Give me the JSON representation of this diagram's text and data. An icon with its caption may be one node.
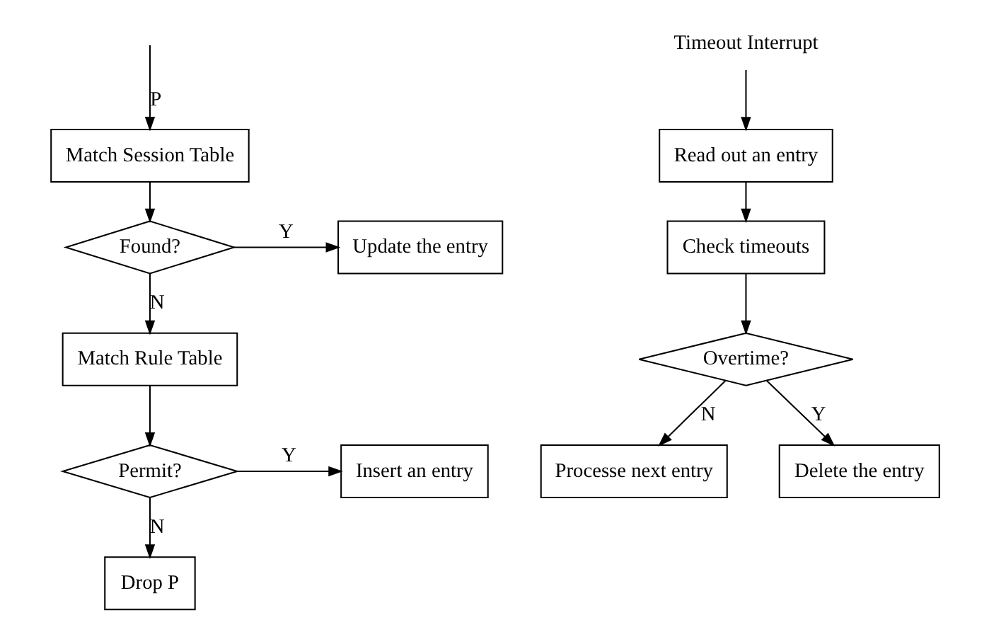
{
  "diagram": {
    "nodes": [
      {
        "text": [
          "Match Session Table"
        ]
      },
      {
        "text": [
          "Found?"
        ]
      },
      {
        "text": [
          "Update the entry"
        ]
      },
      {
        "text": [
          "Match Rule Table"
        ]
      },
      {
        "text": [
          "Permit?"
        ]
      },
      {
        "text": [
          "Insert an entry"
        ]
      },
      {
        "text": [
          "Drop P"
        ]
      },
      {
        "text": [
          "Timeout Interrupt"
        ]
      },
      {
        "text": [
          "Read out an entry"
        ]
      },
      {
        "text": [
          "Check timeouts"
        ]
      },
      {
        "text": [
          "Overtime?"
        ]
      },
      {
        "text": [
          "Processe next entry"
        ]
      },
      {
        "text": [
          "Delete the entry"
        ]
      }
    ],
    "edges": [
      {
        "from": null,
        "to": 0,
        "arrow": "to",
        "label": "P"
      },
      {
        "from": 0,
        "to": 1,
        "arrow": "to"
      },
      {
        "from": 1,
        "to": 2,
        "arrow": "to",
        "label": "Y"
      },
      {
        "from": 1,
        "to": 3,
        "arrow": "to",
        "label": "N"
      },
      {
        "from": 3,
        "to": 4,
        "arrow": "to"
      },
      {
        "from": 4,
        "to": 5,
        "arrow": "to",
        "label": "Y"
      },
      {
        "from": 4,
        "to": 6,
        "arrow": "to",
        "label": "N"
      },
      {
        "from": 7,
        "to": 8,
        "arrow": "to"
      },
      {
        "from": 8,
        "to": 9,
        "arrow": "to"
      },
      {
        "from": 9,
        "to": 10,
        "arrow": "to"
      },
      {
        "from": 10,
        "to": 11,
        "arrow": "to",
        "label": "N"
      },
      {
        "from": 10,
        "to": 12,
        "arrow": "to",
        "label": "Y"
      }
    ]
  }
}
